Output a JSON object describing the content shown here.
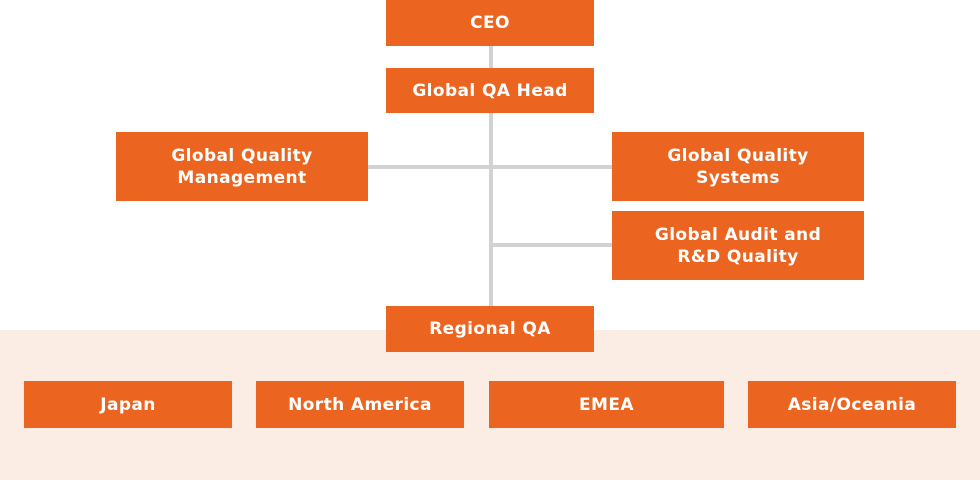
{
  "colors": {
    "box": "#eb6420",
    "text": "#ffffff",
    "connector": "#d2d2d2",
    "region_band": "#fbece4"
  },
  "nodes": {
    "ceo": "CEO",
    "global_qa_head": "Global QA Head",
    "global_quality_management": "Global Quality\nManagement",
    "global_quality_systems": "Global Quality\nSystems",
    "global_audit_rd_quality": "Global Audit and\nR&D Quality",
    "regional_qa": "Regional QA",
    "regions": [
      "Japan",
      "North America",
      "EMEA",
      "Asia/Oceania"
    ]
  }
}
